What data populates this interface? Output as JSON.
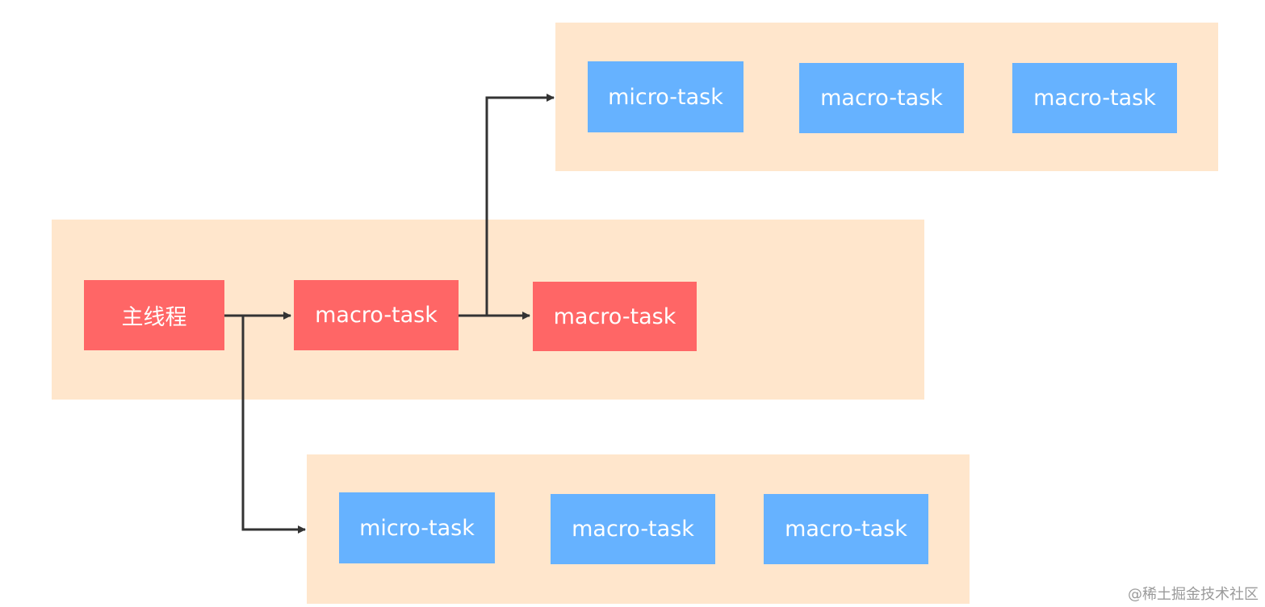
{
  "colors": {
    "group_fill": "#ffe6cc",
    "main_task_fill": "#ff6666",
    "queue_task_fill": "#66b2ff",
    "arrow": "#333333",
    "text": "#ffffff"
  },
  "main_row": {
    "items": [
      {
        "label": "主线程"
      },
      {
        "label": "macro-task"
      },
      {
        "label": "macro-task"
      }
    ]
  },
  "top_queue": {
    "items": [
      {
        "label": "micro-task"
      },
      {
        "label": "macro-task"
      },
      {
        "label": "macro-task"
      }
    ]
  },
  "bottom_queue": {
    "items": [
      {
        "label": "micro-task"
      },
      {
        "label": "macro-task"
      },
      {
        "label": "macro-task"
      }
    ]
  },
  "watermark": "@稀土掘金技术社区"
}
